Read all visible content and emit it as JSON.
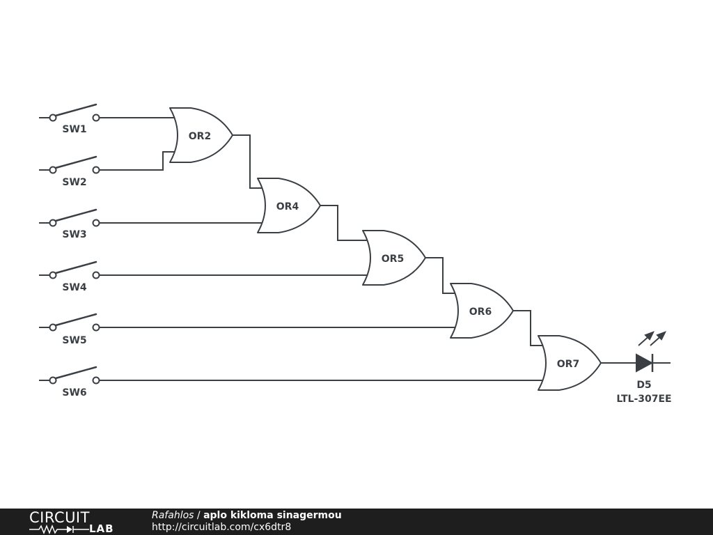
{
  "diagram": {
    "switches": [
      {
        "id": "sw1",
        "label": "SW1"
      },
      {
        "id": "sw2",
        "label": "SW2"
      },
      {
        "id": "sw3",
        "label": "SW3"
      },
      {
        "id": "sw4",
        "label": "SW4"
      },
      {
        "id": "sw5",
        "label": "SW5"
      },
      {
        "id": "sw6",
        "label": "SW6"
      }
    ],
    "gates": [
      {
        "id": "or2",
        "label": "OR2"
      },
      {
        "id": "or4",
        "label": "OR4"
      },
      {
        "id": "or5",
        "label": "OR5"
      },
      {
        "id": "or6",
        "label": "OR6"
      },
      {
        "id": "or7",
        "label": "OR7"
      }
    ],
    "led": {
      "designator": "D5",
      "part": "LTL-307EE"
    }
  },
  "footer": {
    "brand_top": "CIRCUIT",
    "brand_bottom": "LAB",
    "author": "Rafahlos",
    "separator": " / ",
    "title": "aplo kikloma sinagermou",
    "url": "http://circuitlab.com/cx6dtr8"
  }
}
